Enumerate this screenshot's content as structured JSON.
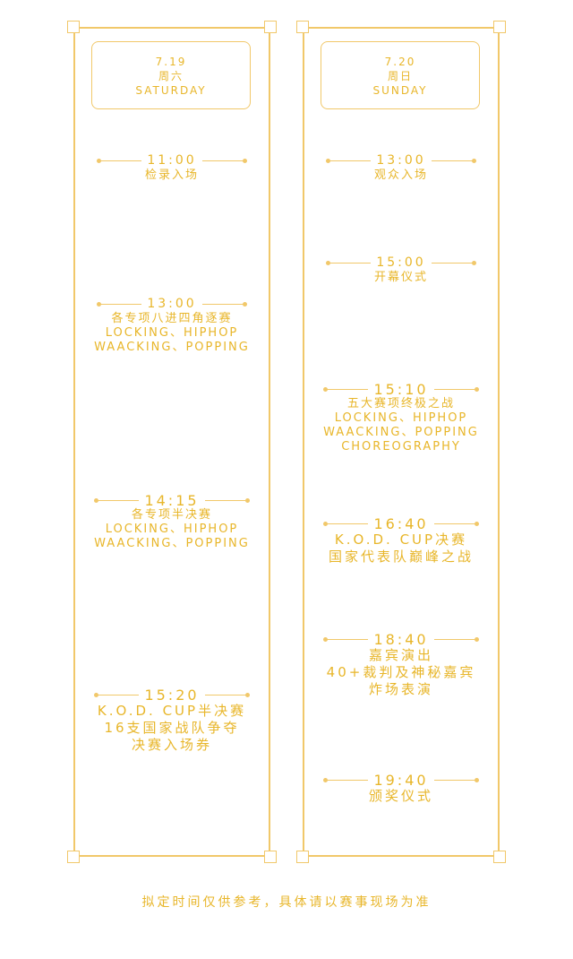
{
  "saturday": {
    "date": "7.19",
    "weekday_cn": "周六",
    "weekday_en": "SATURDAY",
    "events": [
      {
        "time": "11:00",
        "lines": [
          "检录入场"
        ]
      },
      {
        "time": "13:00",
        "lines": [
          "各专项八进四角逐赛",
          "LOCKING、HIPHOP",
          "WAACKING、POPPING"
        ]
      },
      {
        "time": "14:15",
        "lines": [
          "各专项半决赛",
          "LOCKING、HIPHOP",
          "WAACKING、POPPING"
        ]
      },
      {
        "time": "15:20",
        "lines": [
          "K.O.D. CUP半决赛",
          "16支国家战队争夺",
          "决赛入场券"
        ]
      }
    ]
  },
  "sunday": {
    "date": "7.20",
    "weekday_cn": "周日",
    "weekday_en": "SUNDAY",
    "events": [
      {
        "time": "13:00",
        "lines": [
          "观众入场"
        ]
      },
      {
        "time": "15:00",
        "lines": [
          "开幕仪式"
        ]
      },
      {
        "time": "15:10",
        "lines": [
          "五大赛项终极之战",
          "LOCKING、HIPHOP",
          "WAACKING、POPPING",
          "CHOREOGRAPHY"
        ]
      },
      {
        "time": "16:40",
        "lines": [
          "K.O.D. CUP决赛",
          "国家代表队巅峰之战"
        ]
      },
      {
        "time": "18:40",
        "lines": [
          "嘉宾演出",
          "40+裁判及神秘嘉宾",
          "炸场表演"
        ]
      },
      {
        "time": "19:40",
        "lines": [
          "颁奖仪式"
        ]
      }
    ]
  },
  "footer": "拟定时间仅供参考，具体请以赛事现场为准",
  "colors": {
    "accent": "#e8b62a",
    "line": "#f1c86a"
  }
}
